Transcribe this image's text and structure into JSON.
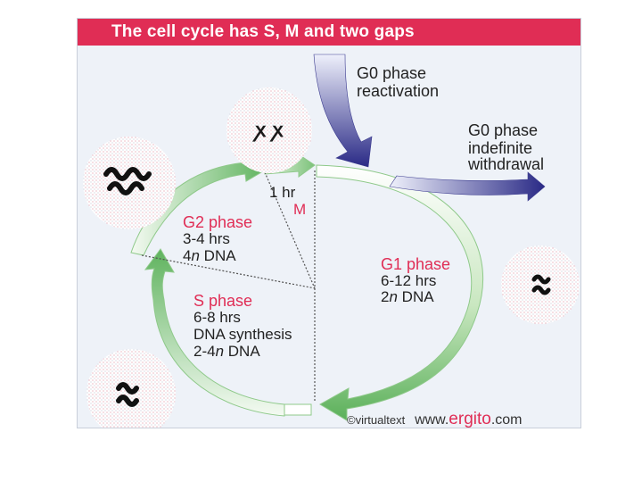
{
  "title": "The cell cycle has S, M and two gaps",
  "g0_reactivation": {
    "phase": "G0 phase",
    "note": "reactivation"
  },
  "g0_withdrawal": {
    "phase": "G0 phase",
    "note1": "indefinite",
    "note2": "withdrawal"
  },
  "mitosis": {
    "duration": "1 hr",
    "label": "M"
  },
  "g2": {
    "phase": "G2 phase",
    "duration": "3-4 hrs",
    "dna_num": "4",
    "dna_var": "n",
    "dna_unit": " DNA"
  },
  "g1": {
    "phase": "G1 phase",
    "duration": "6-12 hrs",
    "dna_num": "2",
    "dna_var": "n",
    "dna_unit": " DNA"
  },
  "s": {
    "phase": "S phase",
    "duration": "6-8 hrs",
    "activity": "DNA synthesis",
    "dna_num": "2-4",
    "dna_var": "n",
    "dna_unit": " DNA"
  },
  "credit": {
    "copyright": "©virtualtext",
    "www": "www.",
    "brand": "ergito",
    "tld": ".com"
  },
  "colors": {
    "title_bar": "#e02d55",
    "arrow_green": "#55b055",
    "arrow_blue": "#2f2f8a",
    "accent_red": "#e02d55"
  }
}
